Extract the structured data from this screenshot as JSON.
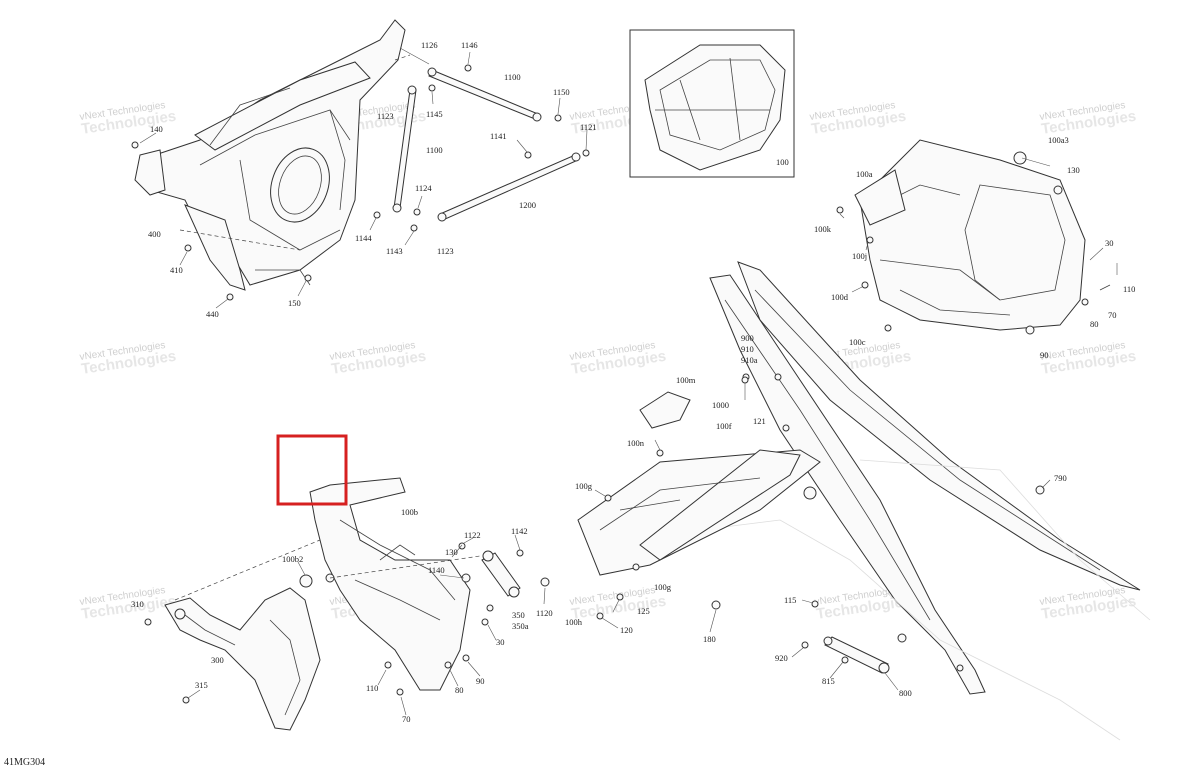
{
  "diagram_code": "41MG304",
  "watermark": {
    "line1": "vNext Technologies",
    "line2": "Technologies"
  },
  "highlight_color": "#d62020",
  "labels": {
    "l100": "100",
    "l100a": "100a",
    "l100a3": "100a3",
    "l100b": "100b",
    "l100b2": "100b2",
    "l100c": "100c",
    "l100d": "100d",
    "l100f": "100f",
    "l100g1": "100g",
    "l100g2": "100g",
    "l100h": "100h",
    "l100j": "100j",
    "l100k": "100k",
    "l100m": "100m",
    "l100n": "100n",
    "l1100a": "1100",
    "l1100b": "1100",
    "l1126": "1126",
    "l1146": "1146",
    "l1145": "1145",
    "l1123a": "1123",
    "l1150": "1150",
    "l1141": "1141",
    "l1121": "1121",
    "l1124": "1124",
    "l1200": "1200",
    "l1144": "1144",
    "l1143": "1143",
    "l1123b": "1123",
    "l140": "140",
    "l400": "400",
    "l410": "410",
    "l150": "150",
    "l440": "440",
    "l130a": "130",
    "l30a": "30",
    "l110a": "110",
    "l80a": "80",
    "l70a": "70",
    "l90a": "90",
    "l900": "900",
    "l910": "910",
    "l910a": "910a",
    "l1000": "1000",
    "l121": "121",
    "l790": "790",
    "l125": "125",
    "l120": "120",
    "l180": "180",
    "l115": "115",
    "l920": "920",
    "l815": "815",
    "l800": "800",
    "l1122": "1122",
    "l1142": "1142",
    "l130b": "130",
    "l1140": "1140",
    "l350": "350",
    "l350a": "350a",
    "l1120": "1120",
    "l30b": "30",
    "l110b": "110",
    "l80b": "80",
    "l90b": "90",
    "l70b": "70",
    "l310": "310",
    "l300": "300",
    "l315": "315"
  }
}
